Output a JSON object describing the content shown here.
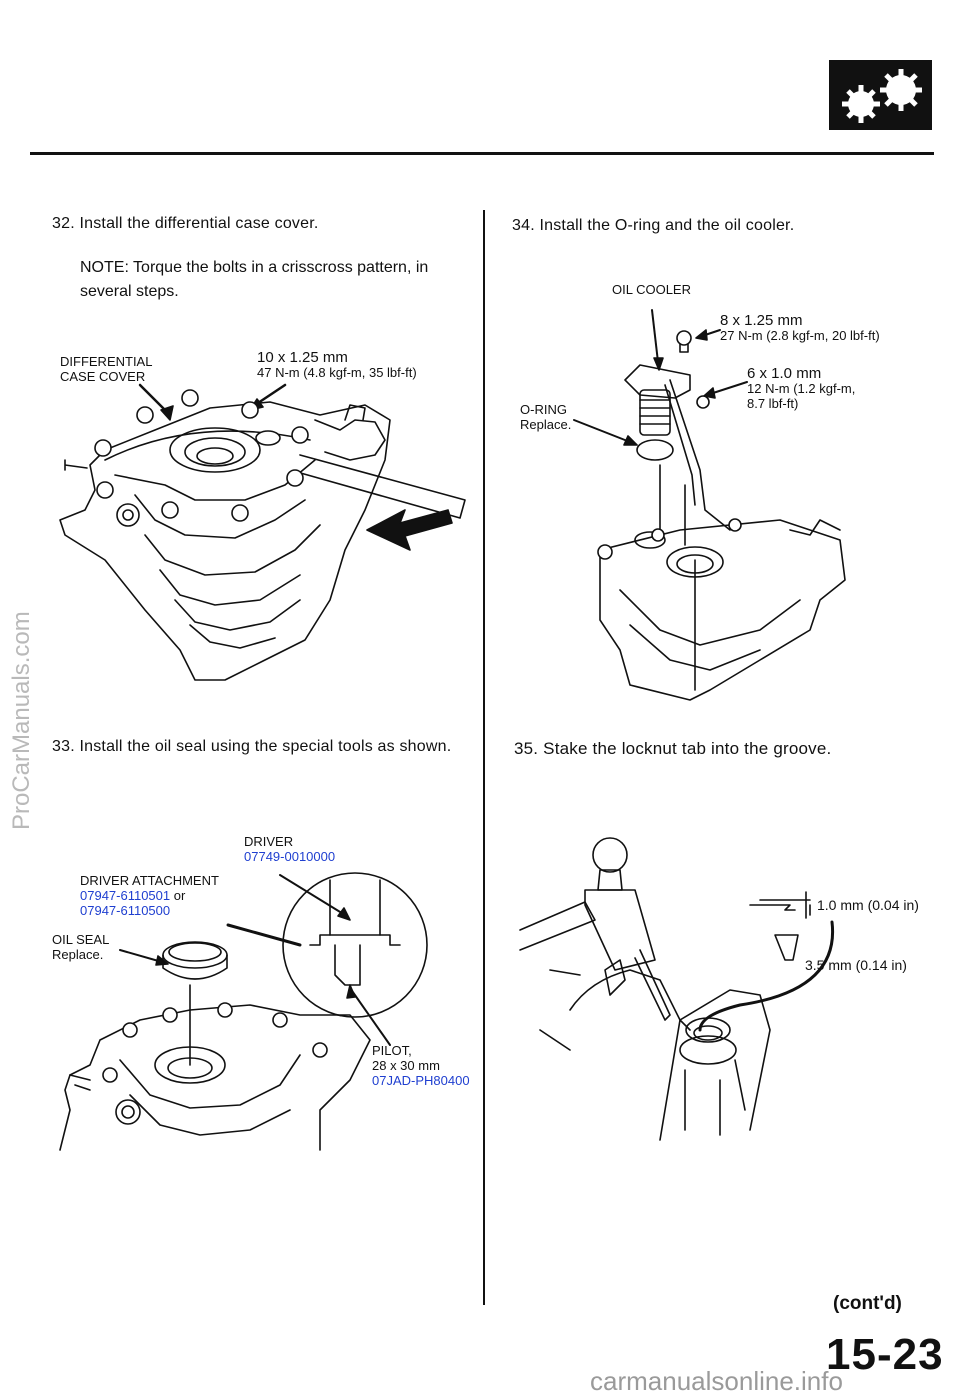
{
  "step32": {
    "text": "32. Install the differential case cover.",
    "note_line1": "NOTE: Torque the bolts in a crisscross pattern, in",
    "note_line2": "several steps.",
    "label_cover_1": "DIFFERENTIAL",
    "label_cover_2": "CASE COVER",
    "bolt_size": "10 x 1.25 mm",
    "bolt_torque": "47 N-m (4.8 kgf-m, 35 lbf-ft)"
  },
  "step33": {
    "text": "33. Install the oil seal using the special tools as shown.",
    "driver_label": "DRIVER",
    "driver_pn": "07749-0010000",
    "attach_label": "DRIVER ATTACHMENT",
    "attach_pn1": "07947-6110501",
    "attach_or": "or",
    "attach_pn2": "07947-6110500",
    "seal_label": "OIL SEAL",
    "seal_note": "Replace.",
    "pilot_label": "PILOT,",
    "pilot_size": "28 x 30 mm",
    "pilot_pn": "07JAD-PH80400"
  },
  "step34": {
    "text": "34. Install the O-ring and the oil cooler.",
    "cooler_label": "OIL COOLER",
    "bolt1_size": "8 x 1.25 mm",
    "bolt1_torque": "27 N-m (2.8 kgf-m, 20 lbf-ft)",
    "bolt2_size": "6 x 1.0 mm",
    "bolt2_torque_1": "12 N-m (1.2 kgf-m,",
    "bolt2_torque_2": "8.7 lbf-ft)",
    "oring_label": "O-RING",
    "oring_note": "Replace."
  },
  "step35": {
    "text": "35. Stake the locknut tab into the groove.",
    "dim1": "1.0 mm (0.04 in)",
    "dim2": "3.5 mm (0.14 in)"
  },
  "footer": {
    "contd": "(cont'd)",
    "page": "15-23",
    "watermark": "ProCarManuals.com",
    "site": "carmanualsonline.info"
  }
}
